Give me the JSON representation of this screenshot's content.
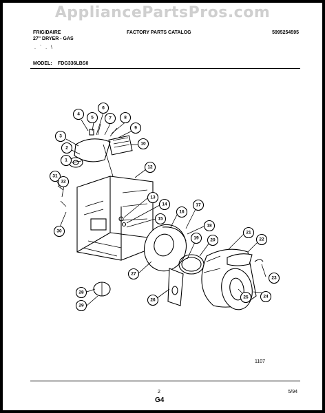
{
  "watermark": "AppliancePartsPros.com",
  "header": {
    "brand": "FRIGIDAIRE",
    "product": "27\" DRYER - GAS",
    "catalog_title": "FACTORY PARTS CATALOG",
    "catalog_number": "5995254595",
    "model_label": "MODEL:",
    "model_value": "FDG336LBS0"
  },
  "callouts": [
    "1",
    "2",
    "3",
    "4",
    "5",
    "6",
    "7",
    "8",
    "9",
    "10",
    "12",
    "13",
    "14",
    "15",
    "16",
    "17",
    "18",
    "19",
    "20",
    "21",
    "22",
    "23",
    "24",
    "25",
    "26",
    "27",
    "28",
    "29",
    "30",
    "31",
    "32"
  ],
  "footer": {
    "ref_code": "1107",
    "page_number": "2",
    "section": "G4",
    "date": "5/94"
  }
}
